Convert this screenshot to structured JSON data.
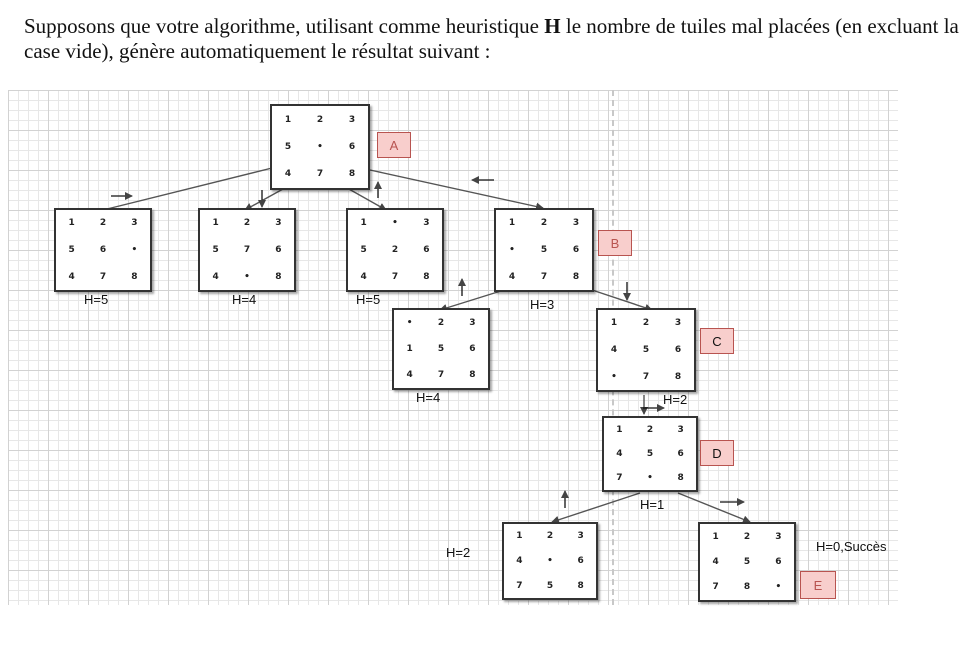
{
  "intro": {
    "part1": "Supposons que votre algorithme, utilisant comme heuristique ",
    "bold": "H",
    "part2": " le nombre de tuiles mal placées (en excluant la case vide), génère automatiquement le résultat suivant :"
  },
  "nodes": {
    "a": {
      "cells": [
        "1",
        "2",
        "3",
        "5",
        "•",
        "6",
        "4",
        "7",
        "8"
      ],
      "h": "",
      "tag": "A"
    },
    "c1": {
      "cells": [
        "1",
        "2",
        "3",
        "5",
        "6",
        "•",
        "4",
        "7",
        "8"
      ],
      "h": "H=5",
      "tag": ""
    },
    "c2": {
      "cells": [
        "1",
        "2",
        "3",
        "5",
        "7",
        "6",
        "4",
        "•",
        "8"
      ],
      "h": "H=4",
      "tag": ""
    },
    "c3": {
      "cells": [
        "1",
        "•",
        "3",
        "5",
        "2",
        "6",
        "4",
        "7",
        "8"
      ],
      "h": "H=5",
      "tag": ""
    },
    "b": {
      "cells": [
        "1",
        "2",
        "3",
        "•",
        "5",
        "6",
        "4",
        "7",
        "8"
      ],
      "h": "H=3",
      "tag": "B"
    },
    "b1": {
      "cells": [
        "•",
        "2",
        "3",
        "1",
        "5",
        "6",
        "4",
        "7",
        "8"
      ],
      "h": "H=4",
      "tag": ""
    },
    "c": {
      "cells": [
        "1",
        "2",
        "3",
        "4",
        "5",
        "6",
        "•",
        "7",
        "8"
      ],
      "h": "H=2",
      "tag": "C"
    },
    "d": {
      "cells": [
        "1",
        "2",
        "3",
        "4",
        "5",
        "6",
        "7",
        "•",
        "8"
      ],
      "h": "H=1",
      "tag": "D"
    },
    "d1": {
      "cells": [
        "1",
        "2",
        "3",
        "4",
        "•",
        "6",
        "7",
        "5",
        "8"
      ],
      "h": "H=2",
      "tag": ""
    },
    "e": {
      "cells": [
        "1",
        "2",
        "3",
        "4",
        "5",
        "6",
        "7",
        "8",
        "•"
      ],
      "h": "H=0,Succès",
      "tag": "E"
    }
  },
  "colors": {
    "tag_fill": "#f8cecc",
    "tag_border": "#b85450",
    "edge": "#555555"
  },
  "icons": [
    "arrow-right-icon",
    "arrow-down-icon",
    "arrow-up-icon",
    "arrow-left-icon"
  ]
}
